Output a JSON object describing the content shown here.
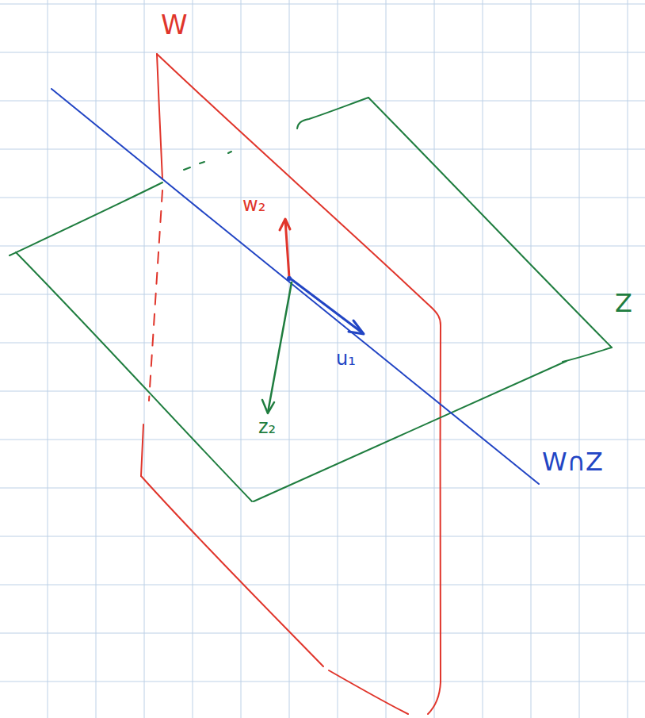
{
  "diagram": {
    "labels": [
      "W",
      "w₂",
      "Z",
      "u₁",
      "z₂",
      "W∩Z"
    ]
  }
}
